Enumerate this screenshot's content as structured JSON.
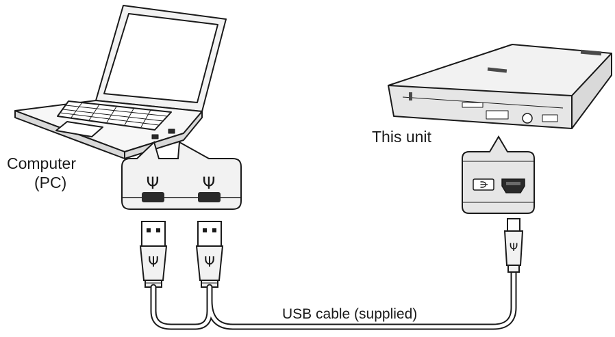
{
  "labels": {
    "computer_line1": "Computer",
    "computer_line2": "(PC)",
    "this_unit": "This unit",
    "usb_cable": "USB cable (supplied)"
  },
  "icons": {
    "usb_symbol": "Ψ"
  },
  "colors": {
    "line": "#1a1a1a",
    "fill_light": "#f2f2f2",
    "fill_mid": "#d9d9d9",
    "port_dark": "#2a2a2a"
  }
}
